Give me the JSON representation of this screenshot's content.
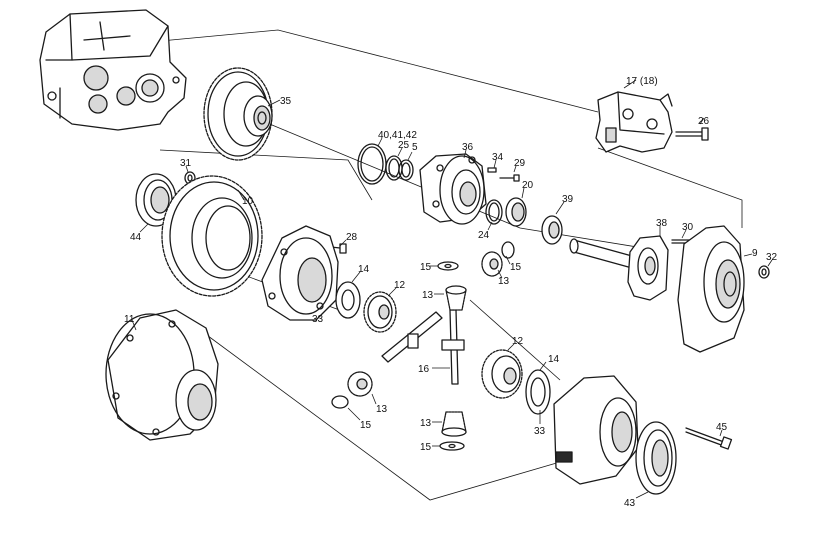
{
  "labels": [
    {
      "id": "35",
      "text": "35"
    },
    {
      "id": "17",
      "text": "17 (18)"
    },
    {
      "id": "26",
      "text": "26"
    },
    {
      "id": "40",
      "text": "40,41,42"
    },
    {
      "id": "25",
      "text": "25"
    },
    {
      "id": "5",
      "text": "5"
    },
    {
      "id": "36",
      "text": "36"
    },
    {
      "id": "34",
      "text": "34"
    },
    {
      "id": "29",
      "text": "29"
    },
    {
      "id": "20",
      "text": "20"
    },
    {
      "id": "31",
      "text": "31"
    },
    {
      "id": "10",
      "text": "10"
    },
    {
      "id": "39",
      "text": "39"
    },
    {
      "id": "38",
      "text": "38"
    },
    {
      "id": "30",
      "text": "30"
    },
    {
      "id": "44",
      "text": "44"
    },
    {
      "id": "28",
      "text": "28"
    },
    {
      "id": "24",
      "text": "24"
    },
    {
      "id": "9",
      "text": "9"
    },
    {
      "id": "32",
      "text": "32"
    },
    {
      "id": "15a",
      "text": "15"
    },
    {
      "id": "15b",
      "text": "15"
    },
    {
      "id": "13a",
      "text": "13"
    },
    {
      "id": "14a",
      "text": "14"
    },
    {
      "id": "12a",
      "text": "12"
    },
    {
      "id": "13b",
      "text": "13"
    },
    {
      "id": "11",
      "text": "11"
    },
    {
      "id": "33a",
      "text": "33"
    },
    {
      "id": "12b",
      "text": "12"
    },
    {
      "id": "14b",
      "text": "14"
    },
    {
      "id": "16",
      "text": "16"
    },
    {
      "id": "13c",
      "text": "13"
    },
    {
      "id": "13d",
      "text": "13"
    },
    {
      "id": "15c",
      "text": "15"
    },
    {
      "id": "33b",
      "text": "33"
    },
    {
      "id": "15d",
      "text": "15"
    },
    {
      "id": "45",
      "text": "45"
    },
    {
      "id": "43",
      "text": "43"
    }
  ]
}
